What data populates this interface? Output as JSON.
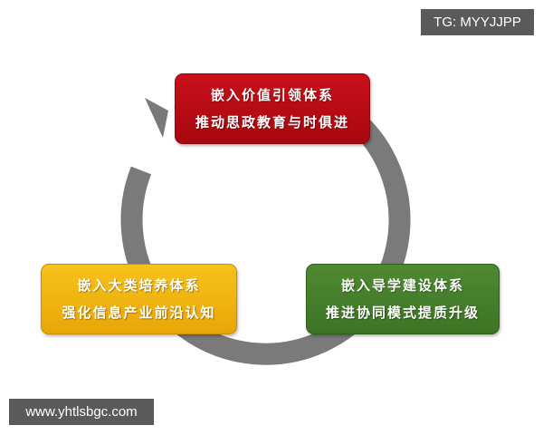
{
  "diagram": {
    "type": "cycle",
    "arrow_color": "#7a7a7a",
    "nodes": [
      {
        "id": "top",
        "color": "#b80c14",
        "line1": "嵌入价值引领体系",
        "line2": "推动思政教育与时俱进"
      },
      {
        "id": "right",
        "color": "#44802b",
        "line1": "嵌入导学建设体系",
        "line2": "推进协同模式提质升级"
      },
      {
        "id": "left",
        "color": "#f0b410",
        "line1": "嵌入大类培养体系",
        "line2": "强化信息产业前沿认知"
      }
    ]
  },
  "watermarks": {
    "tg": "TG: MYYJJPP",
    "url": "www.yhtlsbgc.com"
  }
}
